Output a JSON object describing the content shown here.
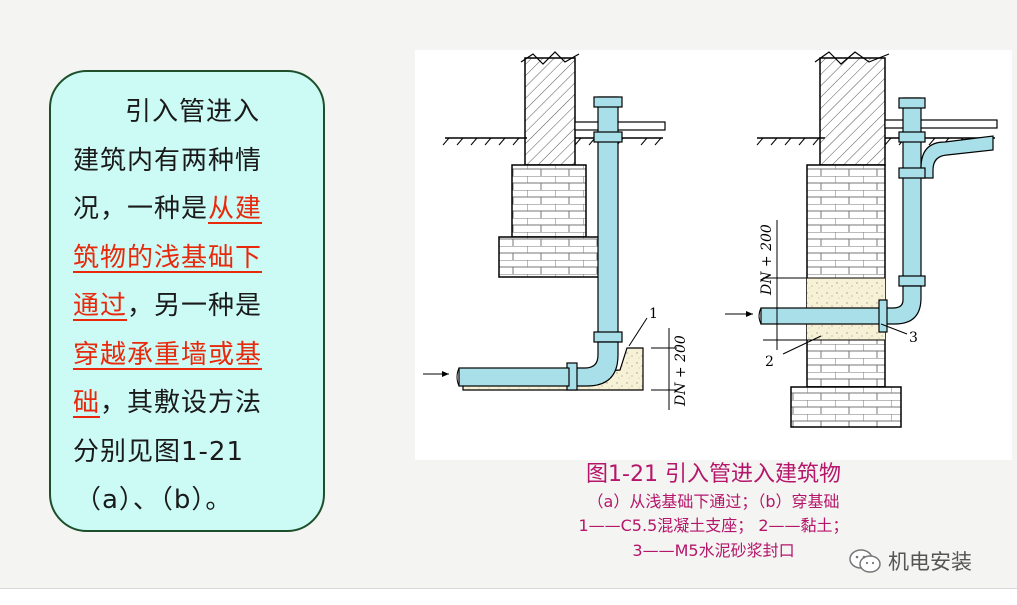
{
  "note": {
    "line1": "引入管进入",
    "line2": "建筑内有两种情",
    "line3_prefix": "况，一种是",
    "line3_hl": "从建",
    "line4_hl": "筑物的浅基础下",
    "line5_hl": "通过",
    "line5_suffix": "，另一种是",
    "line6_hl": "穿越承重墙或基",
    "line7_hl": "础",
    "line7_suffix": "，其敷设方法",
    "line8": "分别见图1-21",
    "line9": "（a）、（b）。"
  },
  "figure": {
    "label_1": "1",
    "label_2": "2",
    "label_3": "3",
    "dim_a": "DN + 200",
    "dim_b": "DN + 200"
  },
  "caption": {
    "title": "图1-21  引入管进入建筑物",
    "line1": "（a）从浅基础下通过；（b）穿基础",
    "line2": "1——C5.5混凝土支座；   2——黏土；",
    "line3": "3——M5水泥砂浆封口"
  },
  "watermark": {
    "text": "机电安装",
    "icon": "wechat-icon"
  },
  "colors": {
    "highlight": "#e8290c",
    "caption": "#b5156a",
    "note_bg": "#ccfbf6",
    "pipe": "#a9dfe8"
  }
}
